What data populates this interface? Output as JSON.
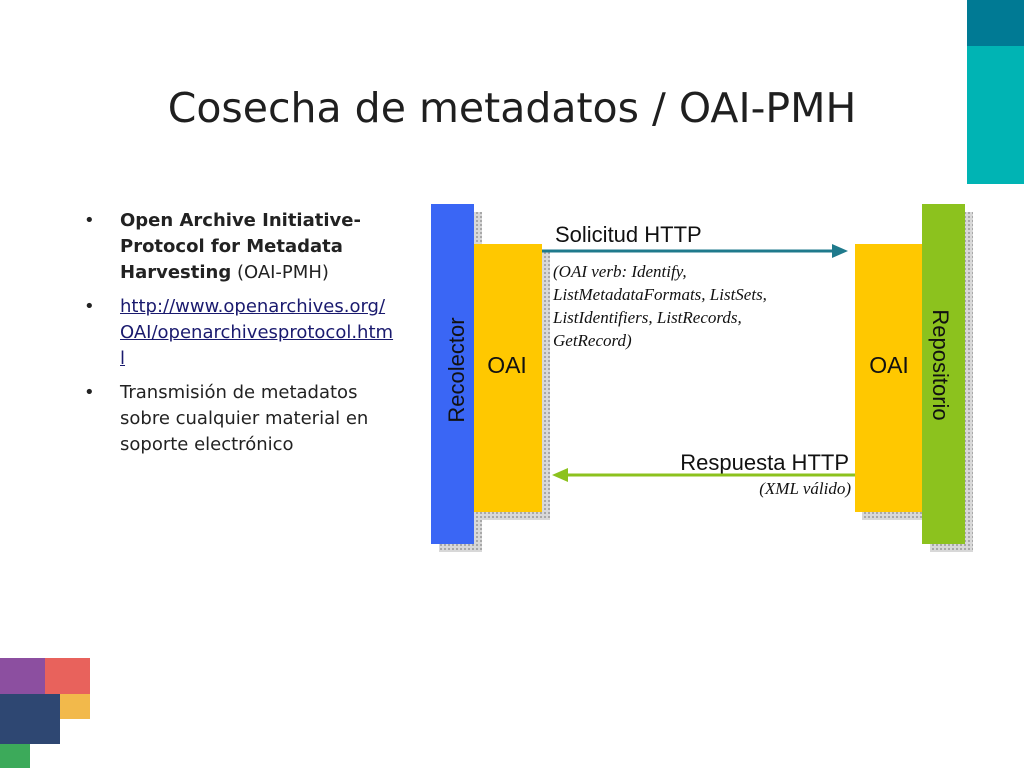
{
  "slide": {
    "title": "Cosecha de metadatos / OAI-PMH",
    "colors": {
      "teal": "#00b4b4",
      "dark_teal": "#007a94",
      "purple": "#8c4fa0",
      "coral": "#e8625c",
      "navy": "#2e4772",
      "orange": "#f2b94b",
      "green": "#3caa5a"
    }
  },
  "bullets": [
    {
      "bold": "Open Archive Initiative-Protocol for Metadata Harvesting",
      "normal": " (OAI-PMH)"
    },
    {
      "link": "http://www.openarchives.org/OAI/openarchivesprotocol.html"
    },
    {
      "text": "Transmisión de metadatos sobre cualquier material en soporte electrónico"
    }
  ],
  "diagram": {
    "left_bar_label": "Recolector",
    "right_bar_label": "Repositorio",
    "left_box_label": "OAI",
    "right_box_label": "OAI",
    "request_label": "Solicitud HTTP",
    "request_detail": [
      "(OAI verb: Identify,",
      "ListMetadataFormats, ListSets,",
      "ListIdentifiers, ListRecords,",
      "GetRecord)"
    ],
    "response_label": "Respuesta HTTP",
    "response_detail": "(XML válido)",
    "colors": {
      "blue": "#3a66f5",
      "yellow": "#ffc800",
      "green": "#8cc21e",
      "request_arrow": "#1f7a8c",
      "response_arrow": "#8cc21e"
    },
    "icons": [
      "arrow-right-icon",
      "arrow-left-icon"
    ]
  }
}
